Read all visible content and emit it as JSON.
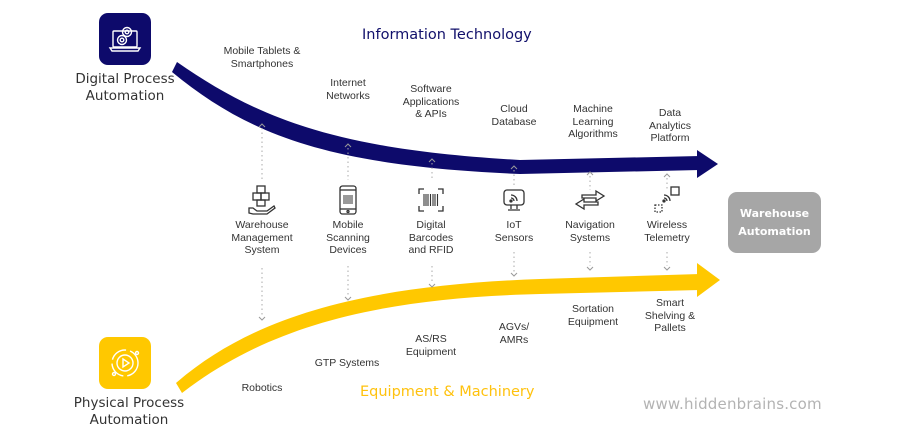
{
  "left_tiles": {
    "digital": {
      "label_line1": "Digital Process",
      "label_line2": "Automation",
      "icon": "laptop-gears-icon",
      "color": "#0d0a6b"
    },
    "physical": {
      "label_line1": "Physical Process",
      "label_line2": "Automation",
      "icon": "gear-play-icon",
      "color": "#ffc800"
    }
  },
  "headings": {
    "information_technology": "Information Technology",
    "equipment_machinery": "Equipment & Machinery"
  },
  "it_items": [
    {
      "l1": "Mobile Tablets &",
      "l2": "Smartphones",
      "l3": ""
    },
    {
      "l1": "Internet",
      "l2": "Networks",
      "l3": ""
    },
    {
      "l1": "Software",
      "l2": "Applications",
      "l3": "& APIs"
    },
    {
      "l1": "Cloud",
      "l2": "Database",
      "l3": ""
    },
    {
      "l1": "Machine",
      "l2": "Learning",
      "l3": "Algorithms"
    },
    {
      "l1": "Data",
      "l2": "Analytics",
      "l3": "Platform"
    }
  ],
  "middle_items": [
    {
      "l1": "Warehouse",
      "l2": "Management",
      "l3": "System",
      "icon": "boxes-hand-icon"
    },
    {
      "l1": "Mobile",
      "l2": "Scanning",
      "l3": "Devices",
      "icon": "mobile-barcode-icon"
    },
    {
      "l1": "Digital",
      "l2": "Barcodes",
      "l3": "and RFID",
      "icon": "barcode-scan-icon"
    },
    {
      "l1": "IoT",
      "l2": "Sensors",
      "l3": "",
      "icon": "monitor-signal-icon"
    },
    {
      "l1": "Navigation",
      "l2": "Systems",
      "l3": "",
      "icon": "swap-arrows-icon"
    },
    {
      "l1": "Wireless",
      "l2": "Telemetry",
      "l3": "",
      "icon": "wireless-signal-icon"
    }
  ],
  "em_items": [
    {
      "l1": "Robotics",
      "l2": "",
      "l3": ""
    },
    {
      "l1": "GTP Systems",
      "l2": "",
      "l3": ""
    },
    {
      "l1": "AS/RS",
      "l2": "Equipment",
      "l3": ""
    },
    {
      "l1": "AGVs/",
      "l2": "AMRs",
      "l3": ""
    },
    {
      "l1": "Sortation",
      "l2": "Equipment",
      "l3": ""
    },
    {
      "l1": "Smart",
      "l2": "Shelving &",
      "l3": "Pallets"
    }
  ],
  "target_box": {
    "l1": "Warehouse",
    "l2": "Automation",
    "color": "#a6a6a6"
  },
  "website": "www.hiddenbrains.com",
  "colors": {
    "navy": "#0d0a6b",
    "yellow": "#ffc800",
    "grey": "#a6a6a6",
    "connector": "#aaaaaa"
  }
}
